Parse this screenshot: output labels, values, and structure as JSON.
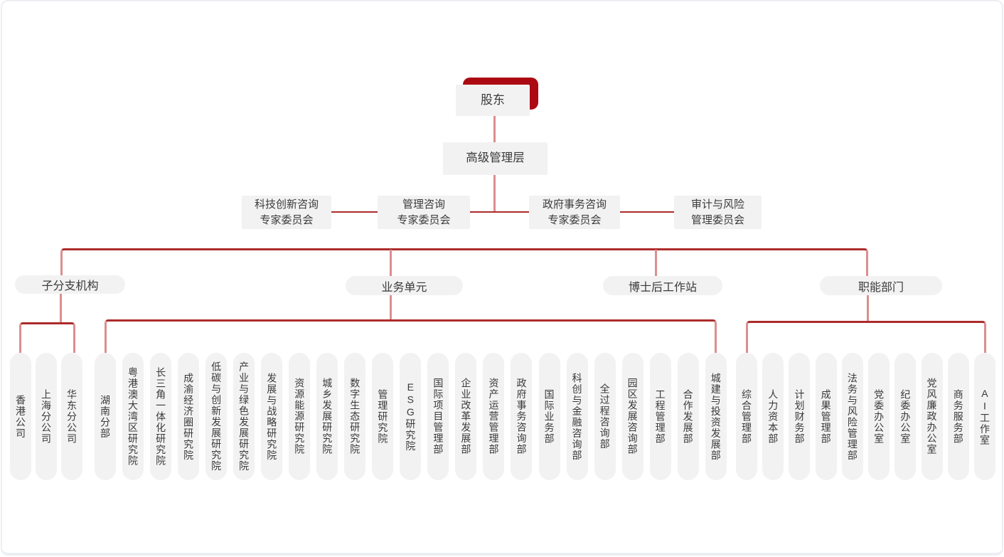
{
  "colors": {
    "accent_red": "#AC0A12",
    "node_bg": "#F2F2F2",
    "text": "#3A3A3A",
    "connector_dark": "#AD2B2B",
    "connector_light": "#DC8E8E"
  },
  "root": {
    "label": "股东"
  },
  "management": {
    "label": "高级管理层"
  },
  "committees": [
    {
      "line1": "科技创新咨询",
      "line2": "专家委员会"
    },
    {
      "line1": "管理咨询",
      "line2": "专家委员会"
    },
    {
      "line1": "政府事务咨询",
      "line2": "专家委员会"
    },
    {
      "line1": "审计与风险",
      "line2": "管理委员会"
    }
  ],
  "branches": [
    {
      "label": "子分支机构",
      "children": [
        "香港公司",
        "上海分公司",
        "华东分公司"
      ]
    },
    {
      "label": "业务单元",
      "children": [
        "湖南分部",
        "粤港澳大湾区研究院",
        "长三角一体化研究院",
        "成渝经济圈研究院",
        "低碳与创新发展研究院",
        "产业与绿色发展研究院",
        "发展与战略研究院",
        "资源能源研究院",
        "城乡发展研究院",
        "数字生态研究院",
        "管理研究院",
        "ESG研究院",
        "国际项目管理部",
        "企业改革发展部",
        "资产运营管理部",
        "政府事务咨询部",
        "国际业务部",
        "科创与金融咨询部",
        "全过程咨询部",
        "园区发展咨询部",
        "工程管理部",
        "合作发展部",
        "城建与投资发展部"
      ]
    },
    {
      "label": "博士后工作站",
      "children": []
    },
    {
      "label": "职能部门",
      "children": [
        "综合管理部",
        "人力资本部",
        "计划财务部",
        "成果管理部",
        "法务与风险管理部",
        "党委办公室",
        "纪委办公室",
        "党风廉政办公室",
        "商务服务部",
        "AI工作室"
      ]
    }
  ]
}
